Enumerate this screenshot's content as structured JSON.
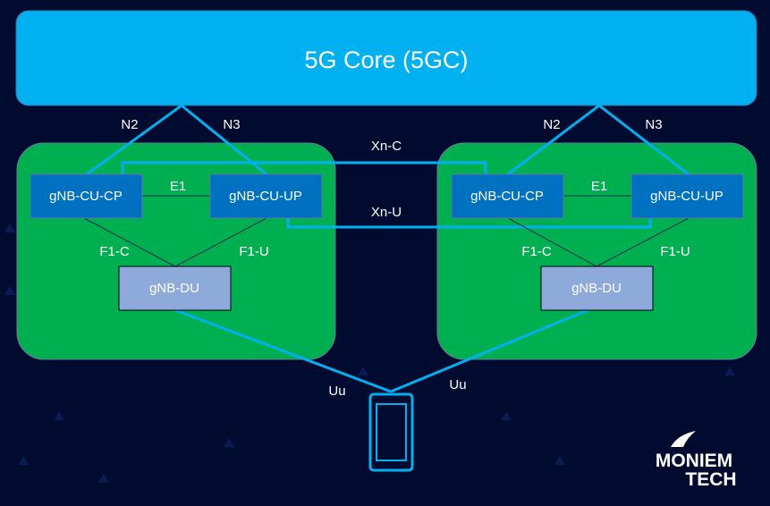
{
  "core": {
    "label": "5G Core (5GC)"
  },
  "gnb_left": {
    "cu_cp": "gNB-CU-CP",
    "cu_up": "gNB-CU-UP",
    "du": "gNB-DU",
    "e1": "E1",
    "f1c": "F1-C",
    "f1u": "F1-U",
    "n2": "N2",
    "n3": "N3"
  },
  "gnb_right": {
    "cu_cp": "gNB-CU-CP",
    "cu_up": "gNB-CU-UP",
    "du": "gNB-DU",
    "e1": "E1",
    "f1c": "F1-C",
    "f1u": "F1-U",
    "n2": "N2",
    "n3": "N3"
  },
  "interfaces": {
    "xn_c": "Xn-C",
    "xn_u": "Xn-U",
    "uu_left": "Uu",
    "uu_right": "Uu"
  },
  "logo": {
    "line1": "MONIEM",
    "line2": "TECH"
  },
  "colors": {
    "background": "#010b30",
    "core": "#00b0f0",
    "gnb": "#00b050",
    "cu": "#0070c0",
    "du": "#8eaadb",
    "link": "#00b0f0"
  },
  "ue": {
    "icon": "smartphone-icon"
  }
}
